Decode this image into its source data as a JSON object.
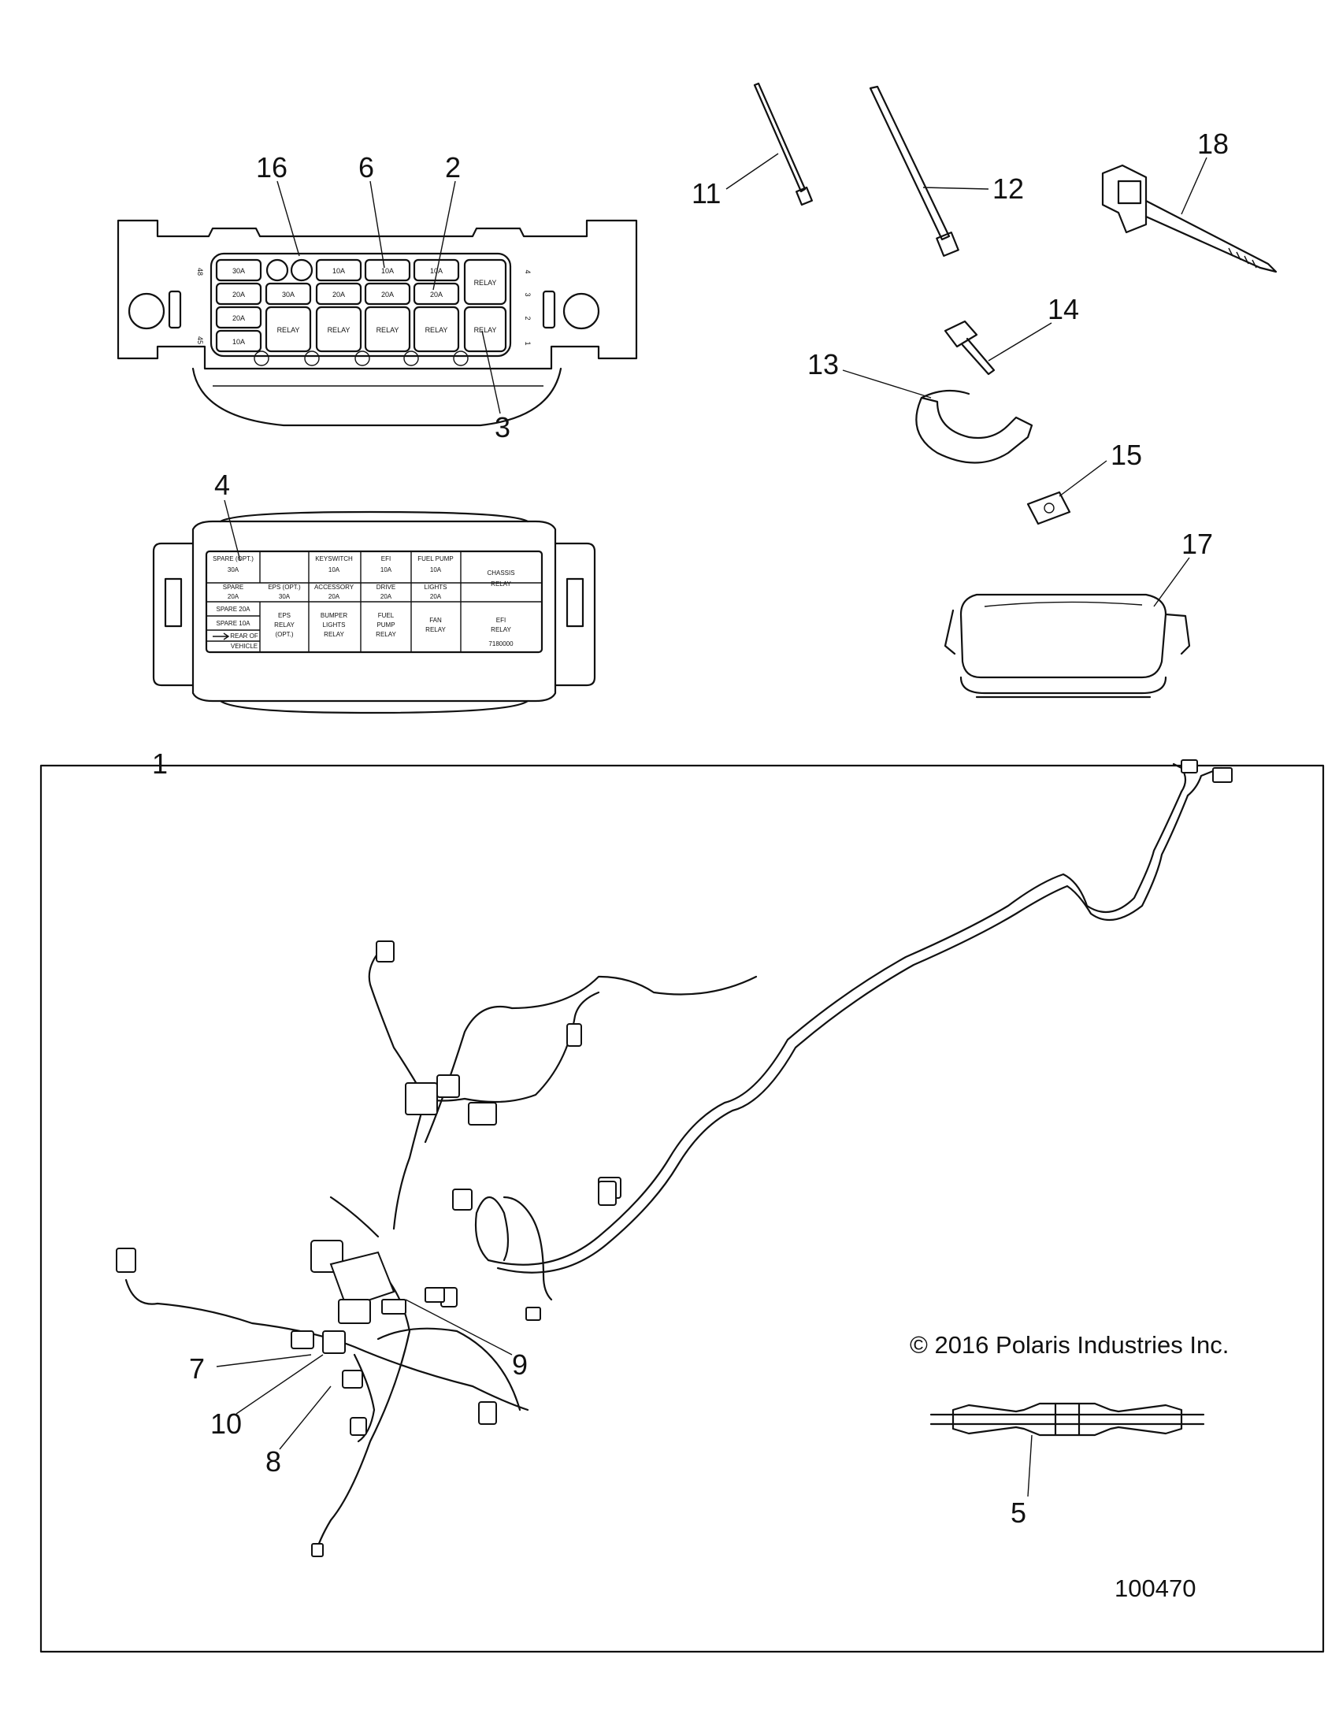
{
  "callouts": {
    "c1": "1",
    "c2": "2",
    "c3": "3",
    "c4": "4",
    "c5": "5",
    "c6": "6",
    "c7": "7",
    "c8": "8",
    "c9": "9",
    "c10": "10",
    "c11": "11",
    "c12": "12",
    "c13": "13",
    "c14": "14",
    "c15": "15",
    "c16": "16",
    "c17": "17",
    "c18": "18"
  },
  "fuse_box": {
    "side_numbers": [
      "48",
      "45",
      "4",
      "3",
      "2",
      "1"
    ],
    "row1": [
      "30A",
      "",
      "10A",
      "10A",
      "10A",
      "RELAY"
    ],
    "row2": [
      "20A",
      "30A",
      "20A",
      "20A",
      "20A"
    ],
    "row3": [
      "20A",
      "RELAY",
      "RELAY",
      "RELAY",
      "RELAY",
      "RELAY"
    ],
    "row4": [
      "10A"
    ]
  },
  "fuse_label": {
    "spare_opt": [
      "SPARE (OPT.)",
      "30A"
    ],
    "spare_20_a": [
      "SPARE",
      "20A"
    ],
    "spare_20_b": "SPARE 20A",
    "spare_10": "SPARE 10A",
    "rear": [
      "REAR OF",
      "VEHICLE"
    ],
    "keyswitch": [
      "KEYSWITCH",
      "10A"
    ],
    "efi": [
      "EFI",
      "10A"
    ],
    "fuel_pump": [
      "FUEL PUMP",
      "10A"
    ],
    "chassis_relay": [
      "CHASSIS",
      "RELAY"
    ],
    "eps_opt": [
      "EPS (OPT.)",
      "30A"
    ],
    "accessory": [
      "ACCESSORY",
      "20A"
    ],
    "drive": [
      "DRIVE",
      "20A"
    ],
    "lights": [
      "LIGHTS",
      "20A"
    ],
    "eps_relay": [
      "EPS",
      "RELAY",
      "(OPT.)"
    ],
    "bumper_relay": [
      "BUMPER",
      "LIGHTS",
      "RELAY"
    ],
    "fuel_pump_relay": [
      "FUEL",
      "PUMP",
      "RELAY"
    ],
    "fan_relay": [
      "FAN",
      "RELAY"
    ],
    "efi_relay": [
      "EFI",
      "RELAY"
    ],
    "part_no": "7180000"
  },
  "copyright": "© 2016 Polaris Industries Inc.",
  "figure_number": "100470"
}
